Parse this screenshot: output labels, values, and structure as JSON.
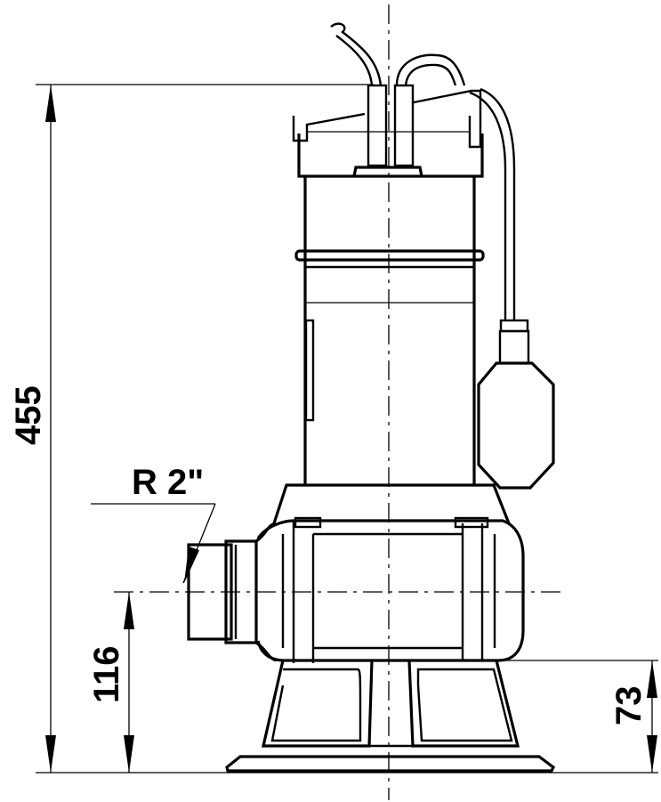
{
  "dimensions": {
    "total_height": "455",
    "outlet_height": "116",
    "float_height": "73"
  },
  "outlet": {
    "thread_label": "R 2\""
  }
}
